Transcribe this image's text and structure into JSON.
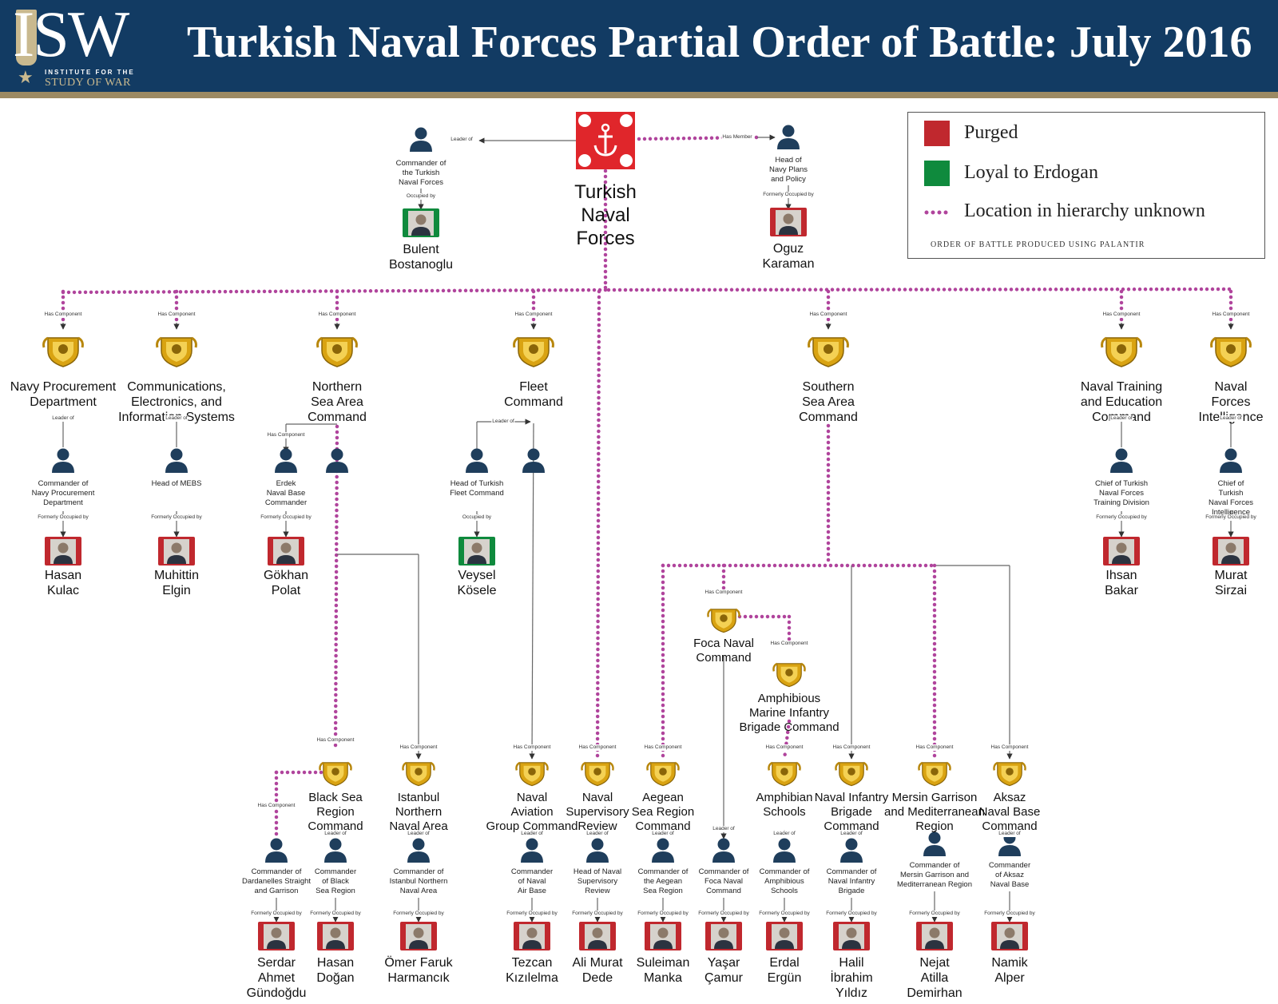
{
  "header": {
    "logo_text": "ISW",
    "logo_sub_top": "INSTITUTE FOR THE",
    "logo_sub_bottom": "STUDY OF WAR",
    "title": "Turkish Naval Forces Partial Order of Battle: July 2016"
  },
  "colors": {
    "purged": "#c0282e",
    "loyal": "#0f8a3d",
    "unknown": "#b0449c",
    "header": "#123b63"
  },
  "legend": {
    "purged": "Purged",
    "loyal": "Loyal to Erdogan",
    "unknown": "Location in hierarchy unknown",
    "note": "ORDER OF BATTLE PRODUCED USING PALANTIR"
  },
  "root": {
    "label": "Turkish\nNaval\nForces"
  },
  "top": {
    "commander": {
      "role": "Commander of\nthe Turkish\nNaval Forces",
      "rel_up": "Leader of",
      "rel_down": "Occupied by",
      "person": "Bulent\nBostanoglu",
      "status": "loyal"
    },
    "plans": {
      "role": "Head of\nNavy Plans\nand Policy",
      "rel_up": "Has Member",
      "rel_down": "Formerly Occupied by",
      "person": "Oguz\nKaraman",
      "status": "purged"
    }
  },
  "depts": [
    {
      "label": "Navy Procurement\nDepartment",
      "role": "Commander of\nNavy Procurement\nDepartment",
      "rel_top": "Has Component",
      "rel_lead": "Leader of",
      "rel_occ": "Formerly Occupied by",
      "person": "Hasan\nKulac",
      "status": "purged"
    },
    {
      "label": "Communications,\nElectronics, and\nInformation Systems",
      "role": "Head of MEBS",
      "rel_top": "Has Component",
      "rel_lead": "Leader of",
      "rel_occ": "Formerly Occupied by",
      "person": "Muhittin\nElgin",
      "status": "purged"
    },
    {
      "label": "Northern\nSea Area\nCommand",
      "role": "Erdek\nNaval Base\nCommander",
      "rel_top": "Has Component",
      "rel_lead": "Has Component",
      "rel_occ": "Formerly Occupied by",
      "person": "Gökhan\nPolat",
      "status": "purged"
    },
    {
      "label": "Fleet\nCommand",
      "role": "Head of Turkish\nFleet Command",
      "rel_top": "Has Component",
      "rel_lead": "Leader of",
      "rel_occ": "Occupied by",
      "person": "Veysel\nKösele",
      "status": "loyal"
    },
    {
      "label": "Southern\nSea Area\nCommand",
      "rel_top": "Has Component"
    },
    {
      "label": "Naval Training\nand Education\nCommand",
      "role": "Chief of Turkish\nNaval Forces\nTraining Division",
      "rel_top": "Has Component",
      "rel_lead": "Leader of",
      "rel_occ": "Formerly Occupied by",
      "person": "Ihsan\nBakar",
      "status": "purged"
    },
    {
      "label": "Naval Forces\nIntelligence",
      "role": "Chief of Turkish\nNaval Forces\nIntelligence",
      "rel_top": "Has Component",
      "rel_lead": "Leader of",
      "rel_occ": "Formerly Occupied by",
      "person": "Murat\nSirzai",
      "status": "purged"
    }
  ],
  "foca": {
    "label": "Foca Naval\nCommand",
    "rel_top": "Has Component"
  },
  "amphib_mib": {
    "label": "Amphibious\nMarine Infantry\nBrigade Command",
    "rel_top": "Has Component"
  },
  "units": [
    {
      "label": "",
      "rel_top": "Has Component",
      "role": "Commander of\nDardanelles Straight\nand Garrison",
      "rel_occ": "Formerly Occupied by",
      "person": "Serdar\nAhmet\nGündoğdu",
      "status": "purged"
    },
    {
      "label": "Black Sea\nRegion\nCommand",
      "rel_top": "Has Component",
      "role": "Commander\nof Black\nSea Region",
      "rel_lead": "Leader of",
      "rel_occ": "Formerly Occupied by",
      "person": "Hasan\nDoğan",
      "status": "purged"
    },
    {
      "label": "Istanbul\nNorthern\nNaval Area",
      "rel_top": "Has Component",
      "role": "Commander of\nIstanbul Northern\nNaval Area",
      "rel_lead": "Leader of",
      "rel_occ": "Formerly Occupied by",
      "person": "Ömer Faruk\nHarmancık",
      "status": "purged"
    },
    {
      "label": "Naval\nAviation\nGroup Command",
      "rel_top": "Has Component",
      "role": "Commander\nof Naval\nAir Base",
      "rel_lead": "Leader of",
      "rel_occ": "Formerly Occupied by",
      "person": "Tezcan\nKızılelma",
      "status": "purged"
    },
    {
      "label": "Naval\nSupervisory\nReview",
      "rel_top": "Has Component",
      "role": "Head of Naval\nSupervisory\nReview",
      "rel_lead": "Leader of",
      "rel_occ": "Formerly Occupied by",
      "person": "Ali Murat\nDede",
      "status": "purged"
    },
    {
      "label": "Aegean\nSea Region\nCommand",
      "rel_top": "Has Component",
      "role": "Commander of\nthe Aegean\nSea Region",
      "rel_lead": "Leader of",
      "rel_occ": "Formerly Occupied by",
      "person": "Suleiman\nManka",
      "status": "purged"
    },
    {
      "label": "",
      "rel_top": "",
      "role": "Commander of\nFoca Naval\nCommand",
      "rel_lead": "Leader of",
      "rel_occ": "Formerly Occupied by",
      "person": "Yaşar\nÇamur",
      "status": "purged"
    },
    {
      "label": "Amphibian\nSchools",
      "rel_top": "Has Component",
      "role": "Commander of\nAmphibious\nSchools",
      "rel_lead": "Leader of",
      "rel_occ": "Formerly Occupied by",
      "person": "Erdal\nErgün",
      "status": "purged"
    },
    {
      "label": "Naval Infantry\nBrigade\nCommand",
      "rel_top": "Has Component",
      "role": "Commander of\nNaval Infantry\nBrigade",
      "rel_lead": "Leader of",
      "rel_occ": "Formerly Occupied by",
      "person": "Halil\nİbrahim\nYıldız",
      "status": "purged"
    },
    {
      "label": "Mersin Garrison\nand Mediterranean\nRegion",
      "rel_top": "Has Component",
      "role": "Commander of\nMersin Garrison and\nMediterranean Region",
      "rel_lead": "",
      "rel_occ": "Formerly Occupied by",
      "person": "Nejat\nAtilla\nDemirhan",
      "status": "purged"
    },
    {
      "label": "Aksaz\nNaval Base\nCommand",
      "rel_top": "Has Component",
      "role": "Commander\nof Aksaz\nNaval Base",
      "rel_lead": "Leader of",
      "rel_occ": "Formerly Occupied by",
      "person": "Namik\nAlper",
      "status": "purged"
    }
  ]
}
